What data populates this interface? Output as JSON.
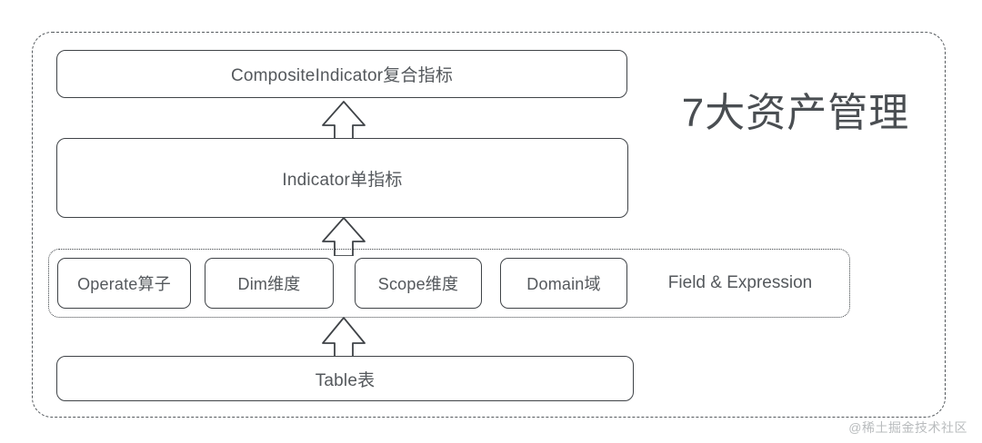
{
  "diagram": {
    "title": "7大资产管理",
    "layers": [
      {
        "id": "composite",
        "label": "CompositeIndicator复合指标"
      },
      {
        "id": "indicator",
        "label": "Indicator单指标"
      },
      {
        "id": "table",
        "label": "Table表"
      }
    ],
    "field_group": {
      "label": "Field & Expression",
      "items": [
        {
          "id": "operate",
          "label": "Operate算子"
        },
        {
          "id": "dim",
          "label": "Dim维度"
        },
        {
          "id": "scope",
          "label": "Scope维度"
        },
        {
          "id": "domain",
          "label": "Domain域"
        }
      ]
    },
    "arrows": [
      {
        "id": "table-to-field",
        "direction": "up"
      },
      {
        "id": "field-to-indicator",
        "direction": "up"
      },
      {
        "id": "indicator-to-composite",
        "direction": "up"
      }
    ],
    "colors": {
      "stroke": "#3f4347",
      "dashed_stroke": "#555a5e",
      "text": "#54585c",
      "title_text": "#4a4e52",
      "watermark_text": "#b9bcbe",
      "background": "#ffffff"
    }
  },
  "watermark": {
    "text": "@稀土掘金技术社区"
  }
}
